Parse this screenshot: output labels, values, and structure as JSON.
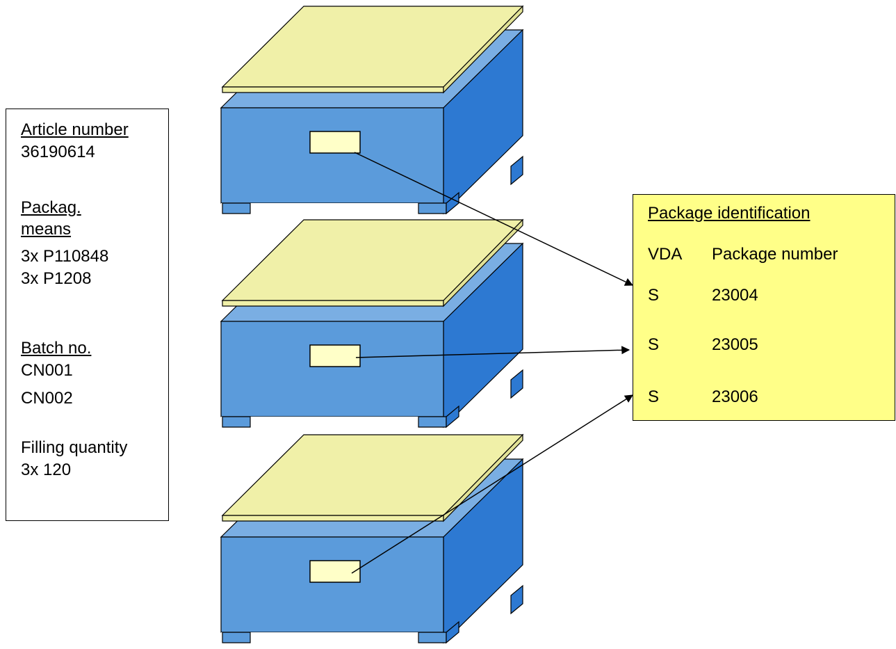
{
  "info": {
    "article_label": "Article number",
    "article_value": "36190614",
    "packag_label_1": "Packag.",
    "packag_label_2": "means",
    "packag_value_1": "3x P110848",
    "packag_value_2": "3x P1208",
    "batch_label": "Batch no.",
    "batch_value_1": "CN001",
    "batch_value_2": "CN002",
    "filling_label": "Filling quantity",
    "filling_value": "3x 120"
  },
  "package": {
    "title": "Package identification",
    "col_vda": "VDA",
    "col_number": "Package number",
    "rows": [
      {
        "vda": "S",
        "number": "23004"
      },
      {
        "vda": "S",
        "number": "23005"
      },
      {
        "vda": "S",
        "number": "23006"
      }
    ]
  },
  "colors": {
    "box_front": "#5b9bdb",
    "box_side": "#2d79d2",
    "box_top": "#7aaee3",
    "lid": "#f0f0a8",
    "label": "#ffffc8",
    "pkg_bg": "#ffff88"
  }
}
